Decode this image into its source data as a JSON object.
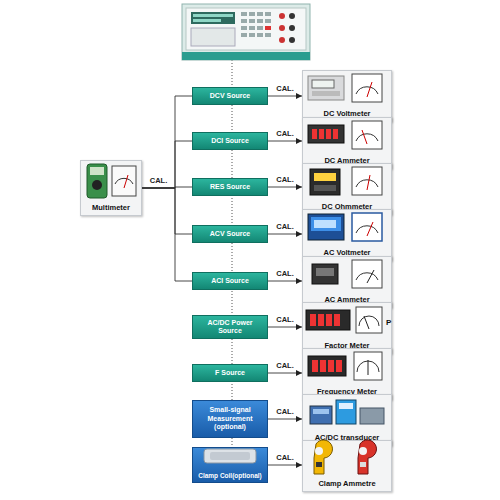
{
  "diagram": {
    "nodes": [
      {
        "text": [
          "DCV Source"
        ]
      },
      {
        "text": [
          "DC Voltmeter"
        ]
      },
      {
        "text": [
          "DCI Source"
        ]
      },
      {
        "text": [
          "DC Ammeter"
        ]
      },
      {
        "text": [
          "Multimeter"
        ]
      },
      {
        "text": [
          "RES Source"
        ]
      },
      {
        "text": [
          "DC Ohmmeter"
        ]
      },
      {
        "text": [
          "ACV Source"
        ]
      },
      {
        "text": [
          "AC Voltmeter"
        ]
      },
      {
        "text": [
          "ACI Source"
        ]
      },
      {
        "text": [
          "AC Ammeter"
        ]
      },
      {
        "text": [
          "AC/DC Power Source"
        ]
      },
      {
        "text": [
          "Factor Meter"
        ]
      },
      {
        "text": [
          "F Source"
        ]
      },
      {
        "text": [
          "Frequency Meter"
        ]
      },
      {
        "text": [
          "Small-signal Measurement (optional)"
        ]
      },
      {
        "text": [
          "AC/DC transducer"
        ]
      },
      {
        "text": [
          "Clamp Coil(optional)"
        ]
      },
      {
        "text": [
          "Clamp Ammetre"
        ]
      }
    ],
    "edges": [
      {
        "from": 0,
        "to": 1,
        "arrow": "to",
        "label": "CAL."
      },
      {
        "from": 2,
        "to": 3,
        "arrow": "to",
        "label": "CAL."
      },
      {
        "from": 5,
        "to": 6,
        "arrow": "to",
        "label": "CAL."
      },
      {
        "from": 7,
        "to": 8,
        "arrow": "to",
        "label": "CAL."
      },
      {
        "from": 9,
        "to": 10,
        "arrow": "to",
        "label": "CAL."
      },
      {
        "from": 11,
        "to": 12,
        "arrow": "to",
        "label": "CAL."
      },
      {
        "from": 13,
        "to": 14,
        "arrow": "to",
        "label": "CAL."
      },
      {
        "from": 15,
        "to": 16,
        "arrow": "to",
        "label": "CAL."
      },
      {
        "from": 17,
        "to": 18,
        "arrow": "to",
        "label": "CAL."
      },
      {
        "from": 0,
        "to": 4,
        "arrow": "none"
      },
      {
        "from": 2,
        "to": 4,
        "arrow": "none"
      },
      {
        "from": 5,
        "to": 4,
        "arrow": "none",
        "label": "CAL."
      },
      {
        "from": 7,
        "to": 4,
        "arrow": "none"
      },
      {
        "from": 9,
        "to": 4,
        "arrow": "none"
      }
    ],
    "labels": [
      "P"
    ]
  }
}
